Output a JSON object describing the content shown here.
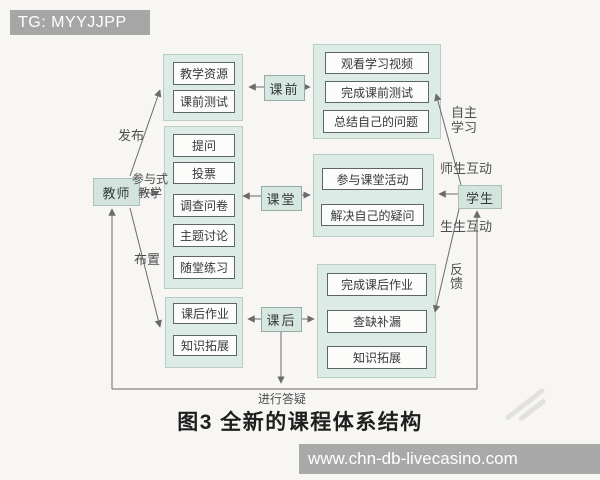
{
  "badge": "TG: MYYJJPP",
  "footer_url": "www.chn-db-livecasino.com",
  "caption": "图3  全新的课程体系结构",
  "teacher": "教师",
  "student": "学生",
  "phases": {
    "pre": "课前",
    "during": "课堂",
    "post": "课后"
  },
  "left_groups": {
    "pre": [
      "教学资源",
      "课前测试"
    ],
    "during": [
      "提问",
      "投票",
      "调查问卷",
      "主题讨论",
      "随堂练习"
    ],
    "post": [
      "课后作业",
      "知识拓展"
    ]
  },
  "right_groups": {
    "pre": [
      "观看学习视频",
      "完成课前测试",
      "总结自己的问题"
    ],
    "during": [
      "参与课堂活动",
      "解决自己的疑问"
    ],
    "post": [
      "完成课后作业",
      "查缺补漏",
      "知识拓展"
    ]
  },
  "edge_labels": {
    "publish": "发布",
    "participatory": "参与式\n教学",
    "assign": "布置",
    "self_study": "自主\n学习",
    "teacher_student": "师生互动",
    "student_student": "生生互动",
    "feedback": "反\n馈",
    "qa": "进行答疑"
  },
  "colors": {
    "group_fill": "#dcebe6",
    "node_fill": "#fcfcfa",
    "phase_fill": "#d6e6e1",
    "line": "#6b6b6b",
    "watermark_bar": "#a9a9a9",
    "background": "#f7f6f3"
  }
}
